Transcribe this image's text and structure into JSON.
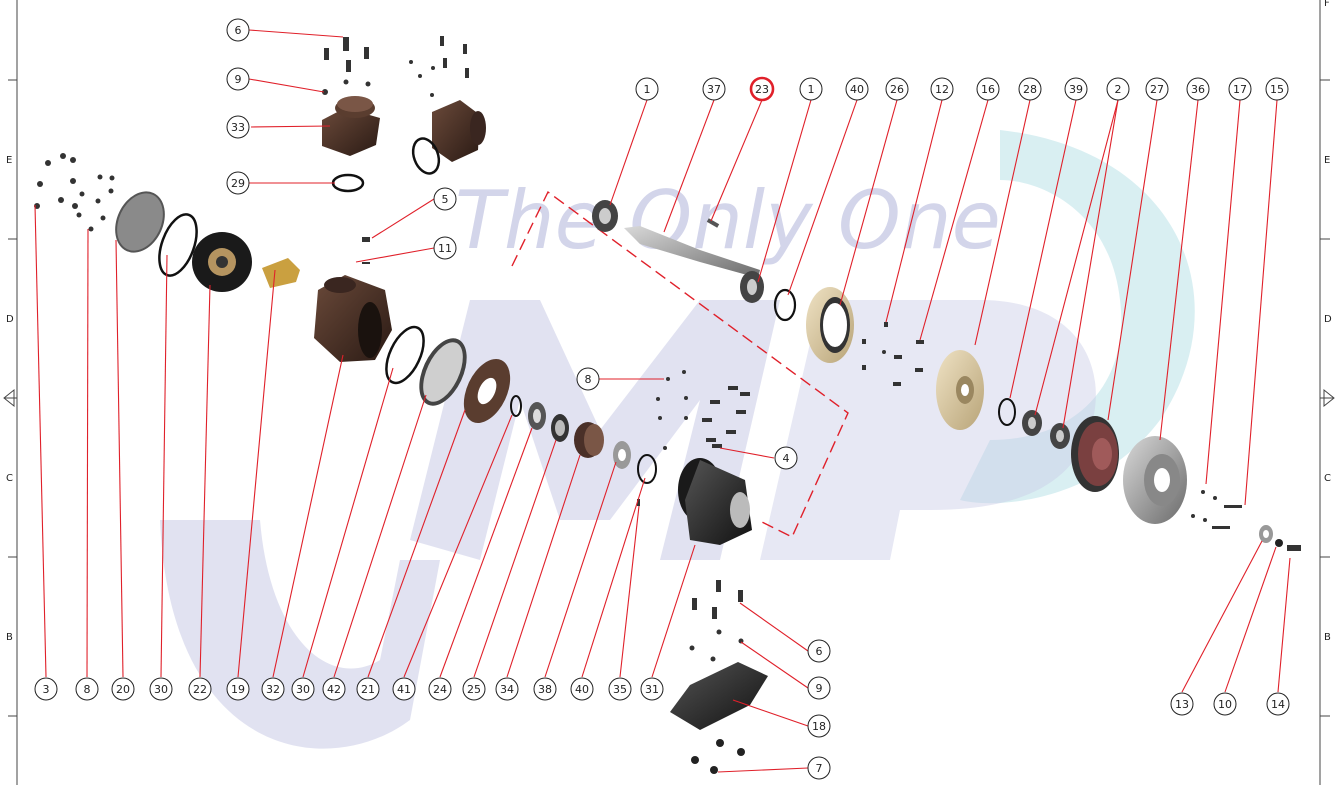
{
  "watermark": {
    "text": "The Only One",
    "logo_text": "JMP",
    "color": "#c9cbe6",
    "accent": "#c9e8ec"
  },
  "frame": {
    "left_letters": [
      "E",
      "D",
      "C",
      "B"
    ],
    "right_letters": [
      "F",
      "E",
      "D",
      "C",
      "B"
    ]
  },
  "highlight_color": "#e0202a",
  "leader_color": "#e0202a",
  "balloons": [
    {
      "label": "6"
    },
    {
      "label": "9"
    },
    {
      "label": "33"
    },
    {
      "label": "29"
    },
    {
      "label": "5"
    },
    {
      "label": "11"
    },
    {
      "label": "1"
    },
    {
      "label": "37"
    },
    {
      "label": "23",
      "highlight": true
    },
    {
      "label": "1"
    },
    {
      "label": "40"
    },
    {
      "label": "26"
    },
    {
      "label": "12"
    },
    {
      "label": "16"
    },
    {
      "label": "28"
    },
    {
      "label": "39"
    },
    {
      "label": "2"
    },
    {
      "label": "27"
    },
    {
      "label": "36"
    },
    {
      "label": "17"
    },
    {
      "label": "15"
    },
    {
      "label": "8"
    },
    {
      "label": "4"
    },
    {
      "label": "3"
    },
    {
      "label": "8"
    },
    {
      "label": "20"
    },
    {
      "label": "30"
    },
    {
      "label": "22"
    },
    {
      "label": "19"
    },
    {
      "label": "32"
    },
    {
      "label": "30"
    },
    {
      "label": "42"
    },
    {
      "label": "21"
    },
    {
      "label": "41"
    },
    {
      "label": "24"
    },
    {
      "label": "25"
    },
    {
      "label": "34"
    },
    {
      "label": "38"
    },
    {
      "label": "40"
    },
    {
      "label": "35"
    },
    {
      "label": "31"
    },
    {
      "label": "6"
    },
    {
      "label": "9"
    },
    {
      "label": "18"
    },
    {
      "label": "7"
    },
    {
      "label": "13"
    },
    {
      "label": "10"
    },
    {
      "label": "14"
    }
  ]
}
